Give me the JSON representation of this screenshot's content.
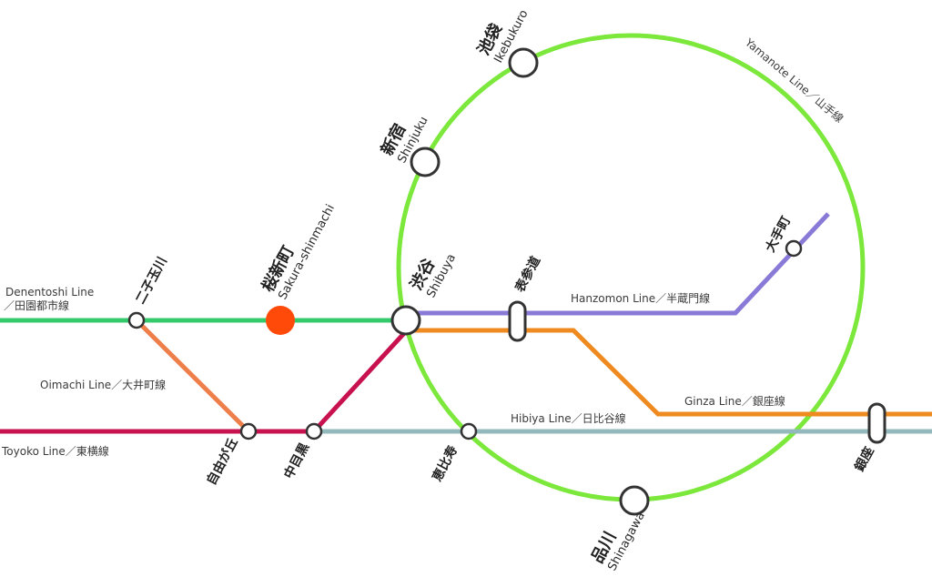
{
  "colors": {
    "yamanote": "#7ce83b",
    "denentoshi": "#35c96e",
    "hanzomon": "#8a7ad8",
    "ginza": "#ee8a1f",
    "hibiya": "#93b9bd",
    "toyoko": "#c8124f",
    "oimachi": "#ee7e4a",
    "highlight": "#ff4a0a"
  },
  "lines": {
    "yamanote": "Yamanote Line／山手線",
    "denentoshi_en": "Denentoshi Line",
    "denentoshi_jp": "／田園都市線",
    "oimachi": "Oimachi Line／大井町線",
    "toyoko": "Toyoko Line／東横線",
    "hanzomon": "Hanzomon Line／半蔵門線",
    "ginza": "Ginza Line／銀座線",
    "hibiya": "Hibiya Line／日比谷線"
  },
  "stations": {
    "ikebukuro": {
      "jp": "池袋",
      "en": "Ikebukuro"
    },
    "shinjuku": {
      "jp": "新宿",
      "en": "Shinjuku"
    },
    "shibuya": {
      "jp": "渋谷",
      "en": "Shibuya"
    },
    "sakura": {
      "jp": "桜新町",
      "en": "Sakura-shinmachi"
    },
    "futako": {
      "jp": "二子玉川"
    },
    "jiyugaoka": {
      "jp": "自由が丘"
    },
    "nakameguro": {
      "jp": "中目黒"
    },
    "ebisu": {
      "jp": "恵比寿"
    },
    "shinagawa": {
      "jp": "品川",
      "en": "Shinagawa"
    },
    "omotesando": {
      "jp": "表参道"
    },
    "otemachi": {
      "jp": "大手町"
    },
    "ginza": {
      "jp": "銀座"
    }
  }
}
